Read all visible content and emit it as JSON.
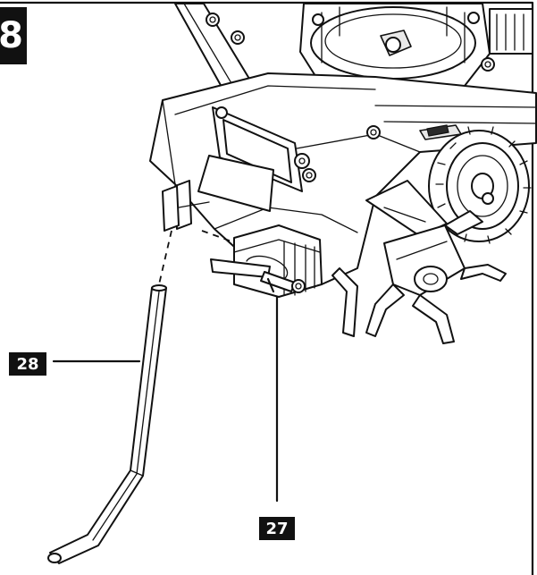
{
  "figure": {
    "number": "8"
  },
  "callouts": [
    {
      "id": "28",
      "label": "28",
      "part": "handle-tube"
    },
    {
      "id": "27",
      "label": "27",
      "part": "clip-pin"
    }
  ],
  "colors": {
    "ink": "#111111",
    "paper": "#ffffff"
  }
}
